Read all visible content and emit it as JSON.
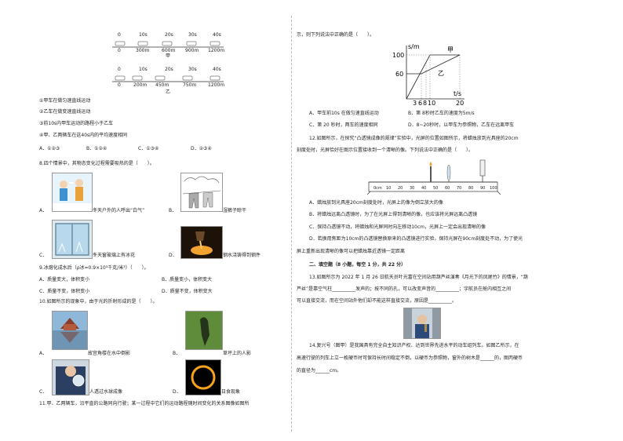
{
  "motion_diagram": {
    "jia": {
      "times": [
        "0",
        "10s",
        "20s",
        "30s",
        "40s"
      ],
      "dists": [
        "0",
        "300m",
        "600m",
        "900m",
        "1200m"
      ],
      "label": "甲"
    },
    "yi": {
      "times": [
        "0",
        "10s",
        "20s",
        "30s",
        "40s"
      ],
      "dists": [
        "0",
        "200m",
        "450m",
        "750m",
        "1200m"
      ],
      "label": "乙"
    }
  },
  "q8_prev": {
    "statements": [
      "①甲车在做匀速直线运动",
      "②乙车在做变速直线运动",
      "③前10s内甲车运动的路程小于乙车",
      "④甲、乙两辆车在这40s内的平均速度相同"
    ],
    "options": [
      "A．①②③",
      "B．①②④",
      "C．①③④",
      "D．②③④"
    ]
  },
  "q8": {
    "stem": "8.四个情景中，其物态变化过程需要吸热的是（　　）。",
    "A": "冬天户外的人呼出“白气”",
    "B": "湿裤子晾干",
    "C": "冬天窗玻璃上有冰花",
    "D": "钢水浇铸得到钢件"
  },
  "q9": {
    "stem": "9.冰熔化成水后（ρ冰=0.9×10³千克/米³）（　　）。",
    "options": [
      "A．质量变大，体积变小",
      "B．质量变小，体积变大",
      "C．质量不变，体积变小",
      "D．质量不变，体积变大"
    ]
  },
  "q10": {
    "stem": "10.如图所示的现象中，由于光的折射形成的是（　　）。",
    "A": "故宫角楼在水中倒影",
    "B": "草坪上的人影",
    "C": "人透过水球成像",
    "D": "日食现象"
  },
  "q11": {
    "stem": "11.甲、乙两辆车，沿平直的公路同向行驶；某一过程中它们的运动路程随时间变化的关系图像如图所",
    "stem2": "示，则下列说法中正确的是（　　）。",
    "options": [
      "A．甲车前10s 在做匀速直线运动",
      "B．第 8秒时乙车的速度为5m/s",
      "C．第 20 秒时，两车的速度相同",
      "D．8~20秒时，以甲车为参照物，乙车在远离甲车"
    ]
  },
  "st_graph": {
    "y_label": "s/m",
    "x_label": "t/s",
    "jia": "甲",
    "yi": "乙",
    "y_ticks": [
      "100",
      "60"
    ],
    "x_ticks": [
      "3",
      "6",
      "8",
      "10",
      "20"
    ]
  },
  "q12": {
    "stem": "12.如图所示，在探究“凸透镜成像的规律”实验中，光屏的位置如图所示，将蜡烛放到光具座的20cm",
    "stem2": "刻度处时，光屏恰好在图示位置接收到一个清晰的像。下列说法中正确的是（　　）。",
    "options": [
      "A．蜡烛放到光具座20cm刻度处时，光屏上的像为倒立放大的像",
      "B．将蜡烛远离凸透镜时，为了在光屏上得到清晰的像，也应该将光屏远离凸透镜",
      "C．保持凸透镜不动，将蜡烛和光屏同时向左移动10cm，光屏上一定会出现清晰的像",
      "D．若换用焦距为10cm的凸透镜替换原来的凸透镜进行实验，保持光屏在90cm刻度处不动，为了使光",
      "屏上重新出现清晰的像可以把蜡烛靠近透镜一定距离"
    ]
  },
  "bench": {
    "ticks": [
      "0cm",
      "10",
      "20",
      "30",
      "40",
      "50",
      "60",
      "70",
      "80",
      "90",
      "100"
    ]
  },
  "section2": "二、填空题（8 小题，每空 1 分，共 22 分）",
  "q13": {
    "line1": "13.如图所示为 2022 年 1 月 26 日航天员叶光富在空间站用葫芦丝演奏《月光下的凤尾竹》的情景，“葫",
    "line2": "芦丝”是靠空气柱__________发声的；按不同的孔，可以改变声音的__________；宇航员在舱内相互之间",
    "line3": "可以直接交流，而在空间站外他们却不能这样直接交流，原因是__________。"
  },
  "q14": {
    "line1": "14.复兴号（图甲）是我国具有完全自主知识产权、达到世界先进水平的动车组列车。如图乙所示，在",
    "line2": "高速行驶的列车上立一枚硬币时可保持长时间稳定不倒，以硬币为参照物，窗外的树木是______的，图丙硬币",
    "line3": "的直径为______cm。"
  }
}
